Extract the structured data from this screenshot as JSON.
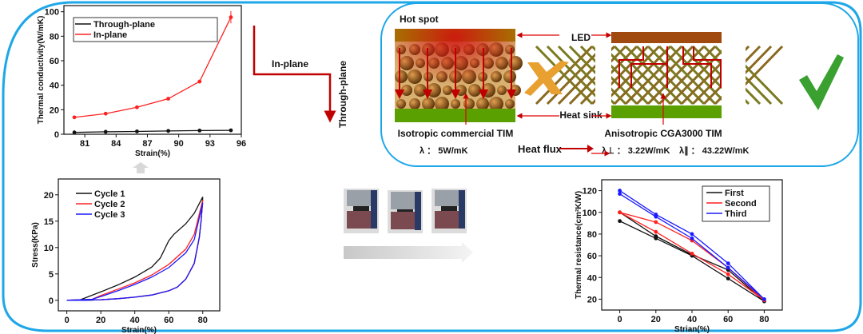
{
  "colors": {
    "frame": "#1ea7e8",
    "red": "#c00000",
    "black": "#111111",
    "blue": "#1a1aff",
    "chart_red": "#ff2020"
  },
  "arrow_labels": {
    "in_plane": "In-plane",
    "through_plane": "Through-plane"
  },
  "diagram": {
    "hot_spot": "Hot spot",
    "led": "LED",
    "heat_sink": "Heat sink",
    "left_caption": "Isotropic commercial TIM",
    "right_caption": "Anisotropic CGA3000 TIM",
    "lambda_left": "λ ： 5W/mK",
    "heat_flux": "Heat flux",
    "lambda_perp": "λ⊥ ： 3.22W/mK",
    "lambda_par": "λ∥ ： 43.22W/mK",
    "cross_icon": "x-mark",
    "check_icon": "check-mark"
  },
  "chart_data": [
    {
      "id": "conductivity",
      "type": "line",
      "title": "",
      "xlabel": "Strain(%)",
      "ylabel": "Thermal conductivity(W/mK)",
      "xlim": [
        79,
        96
      ],
      "ylim": [
        0,
        105
      ],
      "xticks": [
        81,
        84,
        87,
        90,
        93,
        96
      ],
      "yticks": [
        0,
        20,
        40,
        60,
        80,
        100
      ],
      "legend": "top-left",
      "series": [
        {
          "name": "Through-plane",
          "color": "#111111",
          "x": [
            80,
            83,
            86,
            89,
            92,
            95
          ],
          "y": [
            1.5,
            2,
            2.3,
            2.7,
            3,
            3.2
          ]
        },
        {
          "name": "In-plane",
          "color": "#ff2020",
          "x": [
            80,
            83,
            86,
            89,
            92,
            95
          ],
          "y": [
            13.8,
            16.8,
            22,
            29,
            43,
            95.5
          ],
          "err": [
            0.8,
            0.8,
            0.8,
            0.8,
            1.5,
            5
          ]
        }
      ]
    },
    {
      "id": "stress",
      "type": "line",
      "title": "",
      "xlabel": "Strain(%)",
      "ylabel": "Stress(KPa)",
      "xlim": [
        -5,
        90
      ],
      "ylim": [
        -2,
        23
      ],
      "xticks": [
        0,
        20,
        40,
        60,
        80
      ],
      "yticks": [
        0,
        5,
        10,
        15,
        20
      ],
      "legend": "top-left",
      "series": [
        {
          "name": "Cycle 1",
          "color": "#111111",
          "x": [
            0,
            8,
            20,
            30,
            40,
            50,
            55,
            60,
            63,
            70,
            75,
            80,
            79.5,
            79,
            78,
            75,
            70,
            65,
            60,
            50,
            40,
            30,
            20,
            10,
            0
          ],
          "y": [
            0,
            0.1,
            1.6,
            2.9,
            4.4,
            6.3,
            8,
            11.3,
            12.5,
            14.5,
            16.5,
            19.6,
            17,
            15,
            12,
            7,
            4,
            2.5,
            1.8,
            1,
            0.6,
            0.3,
            0.1,
            0,
            0
          ]
        },
        {
          "name": "Cycle 2",
          "color": "#ff2020",
          "x": [
            0,
            15,
            20,
            30,
            40,
            50,
            60,
            70,
            75,
            80,
            79.5,
            79,
            78,
            75,
            70,
            65,
            60,
            50,
            40,
            30,
            20,
            10,
            0
          ],
          "y": [
            0,
            0.2,
            0.9,
            2.1,
            3.3,
            4.8,
            6.8,
            9.7,
            12.5,
            19,
            17,
            15,
            12,
            7,
            4,
            2.5,
            1.8,
            1,
            0.6,
            0.3,
            0.1,
            0,
            0
          ]
        },
        {
          "name": "Cycle 3",
          "color": "#1a1aff",
          "x": [
            0,
            15,
            20,
            30,
            40,
            50,
            60,
            70,
            75,
            80,
            79.5,
            79,
            78,
            75,
            70,
            65,
            60,
            50,
            40,
            30,
            20,
            10,
            0
          ],
          "y": [
            0,
            0.2,
            0.7,
            1.8,
            3,
            4.4,
            6.2,
            9,
            11.5,
            18.5,
            17,
            15,
            12,
            7,
            4,
            2.5,
            1.8,
            1,
            0.6,
            0.3,
            0.1,
            0,
            0
          ]
        }
      ]
    },
    {
      "id": "resistance",
      "type": "line",
      "title": "",
      "xlabel": "Strian(%)",
      "ylabel": "Thermal resistance(cm²K/W)",
      "xlim": [
        -10,
        90
      ],
      "ylim": [
        10,
        130
      ],
      "xticks": [
        0,
        20,
        40,
        60,
        80
      ],
      "yticks": [
        20,
        40,
        60,
        80,
        100,
        120
      ],
      "legend": "top-right",
      "series": [
        {
          "name": "First",
          "color": "#111111",
          "x": [
            0,
            20,
            40,
            60,
            80,
            60,
            40,
            20,
            0
          ],
          "y": [
            92,
            76,
            60,
            39,
            18,
            47,
            61,
            78,
            100
          ]
        },
        {
          "name": "Second",
          "color": "#ff2020",
          "x": [
            0,
            20,
            40,
            60,
            80,
            60,
            40,
            20,
            0
          ],
          "y": [
            100,
            82,
            62,
            43,
            19,
            49,
            74,
            91,
            100
          ]
        },
        {
          "name": "Third",
          "color": "#1a1aff",
          "x": [
            0,
            20,
            40,
            60,
            80,
            60,
            40,
            20,
            0
          ],
          "y": [
            117,
            96,
            76,
            49,
            20,
            53,
            80,
            98,
            120
          ]
        }
      ]
    }
  ]
}
